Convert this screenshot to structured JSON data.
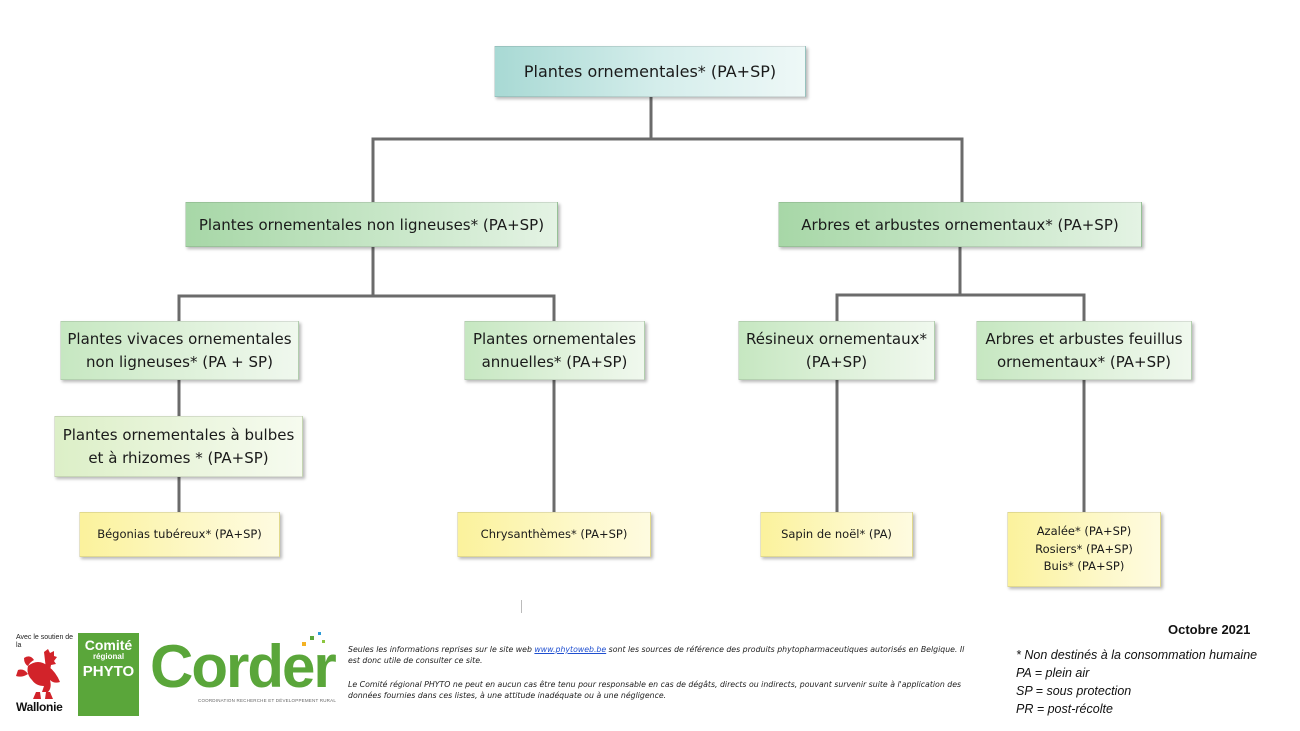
{
  "diagram": {
    "root": "Plantes ornementales* (PA+SP)",
    "level1": {
      "left": "Plantes ornementales non ligneuses* (PA+SP)",
      "right": "Arbres et arbustes ornementaux* (PA+SP)"
    },
    "level2": {
      "vivaces": "Plantes vivaces ornementales\nnon ligneuses* (PA + SP)",
      "annuelles": "Plantes ornementales\nannuelles* (PA+SP)",
      "resineux": "Résineux ornementaux*\n(PA+SP)",
      "feuillus": "Arbres et arbustes feuillus\nornementaux* (PA+SP)"
    },
    "level3": {
      "bulbes": "Plantes ornementales à bulbes\net à rhizomes * (PA+SP)"
    },
    "leaves": {
      "begonias": "Bégonias tubéreux* (PA+SP)",
      "chrysanthemes": "Chrysanthèmes* (PA+SP)",
      "sapin": "Sapin de noël* (PA)",
      "feuillus_list": "Azalée* (PA+SP)\nRosiers* (PA+SP)\nBuis* (PA+SP)"
    }
  },
  "footer": {
    "support_text": "Avec le soutien de la",
    "wallonie_text": "Wallonie",
    "phyto_logo": {
      "line1": "Comité",
      "line2": "régional",
      "line3": "PHYTO"
    },
    "corder_logo": {
      "word": "Corder",
      "subtitle": "COORDINATION RECHERCHE ET DÉVELOPPEMENT RURAL"
    },
    "disclaimer1": {
      "before": "Seules les informations reprises sur le site web ",
      "link": "www.phytoweb.be",
      "after": " sont les sources de référence des produits phytopharmaceutiques autorisés en Belgique. Il est donc utile de consulter ce site."
    },
    "disclaimer2": "Le Comité régional PHYTO ne peut en aucun cas être tenu pour responsable en cas de dégâts, directs ou indirects, pouvant survenir suite à l'application des données fournies dans ces listes, à une attitude inadéquate ou à une négligence.",
    "date": "Octobre 2021",
    "legend": [
      "* Non destinés à la consommation humaine",
      "PA = plein air",
      "SP = sous protection",
      "PR = post-récolte"
    ]
  },
  "colors": {
    "connector": "#6b6b6b",
    "root_fill": "#a8d9d4",
    "level1_fill": "#a7d7a7",
    "leaf_fill": "#fbf29c",
    "wallonie_red": "#d2232a",
    "phyto_green": "#5aa63a",
    "link_blue": "#1f4fd0"
  }
}
